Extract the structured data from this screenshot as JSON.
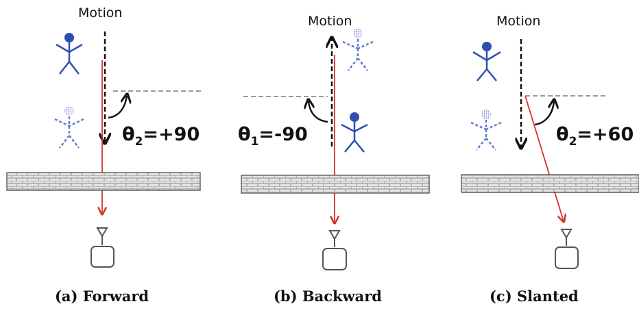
{
  "panels": [
    {
      "motion_label": "Motion",
      "angle": {
        "symbol": "θ",
        "subscript": "2",
        "value": "=+90"
      },
      "caption": "(a) Forward"
    },
    {
      "motion_label": "Motion",
      "angle": {
        "symbol": "θ",
        "subscript": "1",
        "value": "=-90"
      },
      "caption": "(b) Backward"
    },
    {
      "motion_label": "Motion",
      "angle": {
        "symbol": "θ",
        "subscript": "2",
        "value": "=+60"
      },
      "caption": "(c) Slanted"
    }
  ],
  "colors": {
    "person": "#2f4fb0",
    "person_ghost": "#5b7bd0",
    "signal_ray": "#d9302a",
    "motion_arrow": "#111111",
    "reference_line": "#9a9a9a",
    "wall_fill": "#dcdcdc",
    "receiver": "#555555"
  }
}
